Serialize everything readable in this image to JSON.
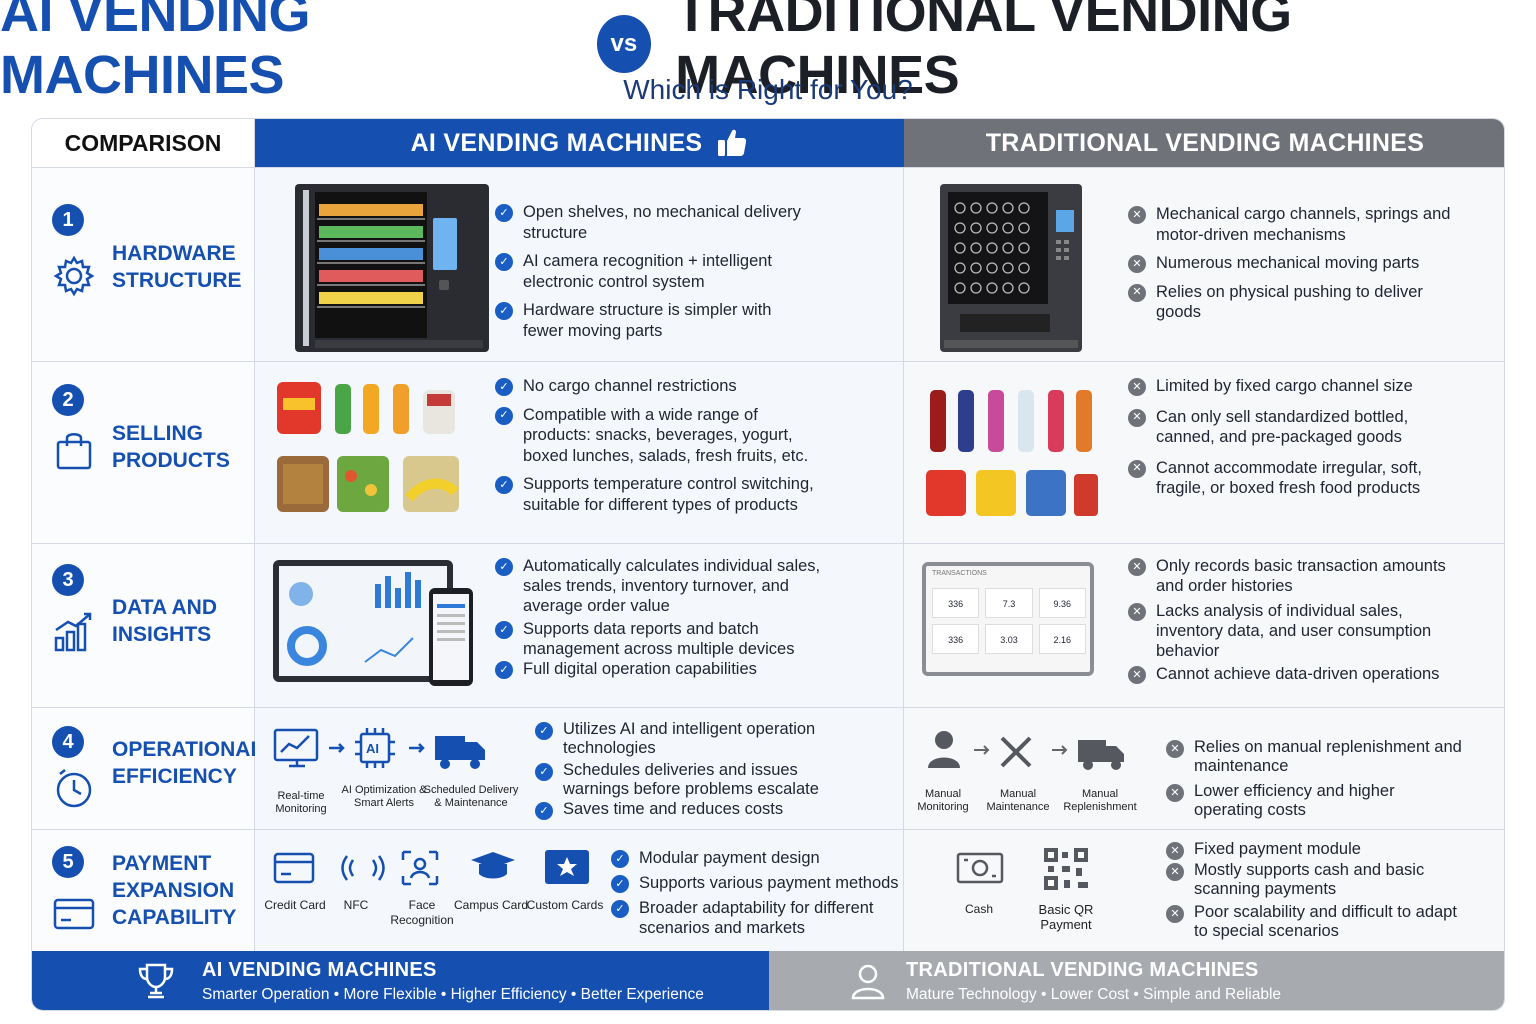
{
  "header": {
    "title_ai": "AI VENDING MACHINES",
    "vs": "vs",
    "title_trad": "TRADITIONAL VENDING MACHINES",
    "subtitle": "Which is Right for You?"
  },
  "columns": {
    "comparison": "COMPARISON",
    "ai": "AI VENDING MACHINES",
    "trad": "TRADITIONAL VENDING MACHINES"
  },
  "rows": [
    {
      "num": "1",
      "title": "HARDWARE\nSTRUCTURE",
      "icon": "gear-icon",
      "ai": [
        "Open shelves, no mechanical delivery structure",
        "AI camera recognition + intelligent electronic control system",
        "Hardware structure is simpler with fewer moving parts"
      ],
      "trad": [
        "Mechanical cargo channels, springs and motor-driven mechanisms",
        "Numerous mechanical moving parts",
        "Relies on physical pushing to deliver goods"
      ]
    },
    {
      "num": "2",
      "title": "SELLING\nPRODUCTS",
      "icon": "shopping-bag-icon",
      "ai": [
        "No cargo channel restrictions",
        "Compatible with a wide range of products: snacks, beverages, yogurt, boxed lunches, salads, fresh fruits, etc.",
        "Supports temperature control switching, suitable for different types of products"
      ],
      "trad": [
        "Limited by fixed cargo channel size",
        "Can only sell standardized bottled, canned, and pre-packaged goods",
        "Cannot accommodate irregular, soft, fragile, or boxed fresh food products"
      ]
    },
    {
      "num": "3",
      "title": "DATA AND\nINSIGHTS",
      "icon": "bar-chart-icon",
      "ai": [
        "Automatically calculates individual sales, sales trends, inventory turnover, and average order value",
        "Supports data reports and batch management across multiple devices",
        "Full digital operation capabilities"
      ],
      "trad": [
        "Only records basic transaction amounts and order histories",
        "Lacks analysis of individual sales, inventory data, and user consumption behavior",
        "Cannot achieve data-driven operations"
      ],
      "trad_screen": {
        "header": "TRANSACTIONS",
        "values": [
          "336",
          "7.3",
          "9.36",
          "336",
          "3.03",
          "2.16"
        ]
      }
    },
    {
      "num": "4",
      "title": "OPERATIONAL\nEFFICIENCY",
      "icon": "clock-icon",
      "ai_flow": [
        "Real-time Monitoring",
        "AI Optimization & Smart Alerts",
        "Scheduled Delivery & Maintenance"
      ],
      "ai": [
        "Utilizes AI and intelligent operation technologies",
        "Schedules deliveries and issues warnings before problems escalate",
        "Saves time and reduces costs"
      ],
      "trad_flow": [
        "Manual Monitoring",
        "Manual Maintenance",
        "Manual Replenishment"
      ],
      "trad": [
        "Relies on manual replenishment and maintenance",
        "Lower efficiency and higher operating costs"
      ]
    },
    {
      "num": "5",
      "title": "PAYMENT\nEXPANSION\nCAPABILITY",
      "icon": "credit-card-icon",
      "ai_pay": [
        "Credit Card",
        "NFC",
        "Face Recognition",
        "Campus Card",
        "Custom Cards"
      ],
      "ai": [
        "Modular payment design",
        "Supports various payment methods",
        "Broader adaptability for different scenarios and markets"
      ],
      "trad_pay": [
        "Cash",
        "Basic QR Payment"
      ],
      "trad": [
        "Fixed payment module",
        "Mostly supports cash and basic scanning payments",
        "Poor scalability and difficult to adapt to special scenarios"
      ]
    }
  ],
  "footer": {
    "ai_title": "AI VENDING MACHINES",
    "ai_sub": "Smarter Operation • More Flexible • Higher Efficiency • Better Experience",
    "trad_title": "TRADITIONAL VENDING MACHINES",
    "trad_sub": "Mature Technology • Lower Cost • Simple and Reliable"
  },
  "colors": {
    "accent": "#1550b0",
    "trad_gray": "#6f7379",
    "check": "#1a5ec4"
  }
}
